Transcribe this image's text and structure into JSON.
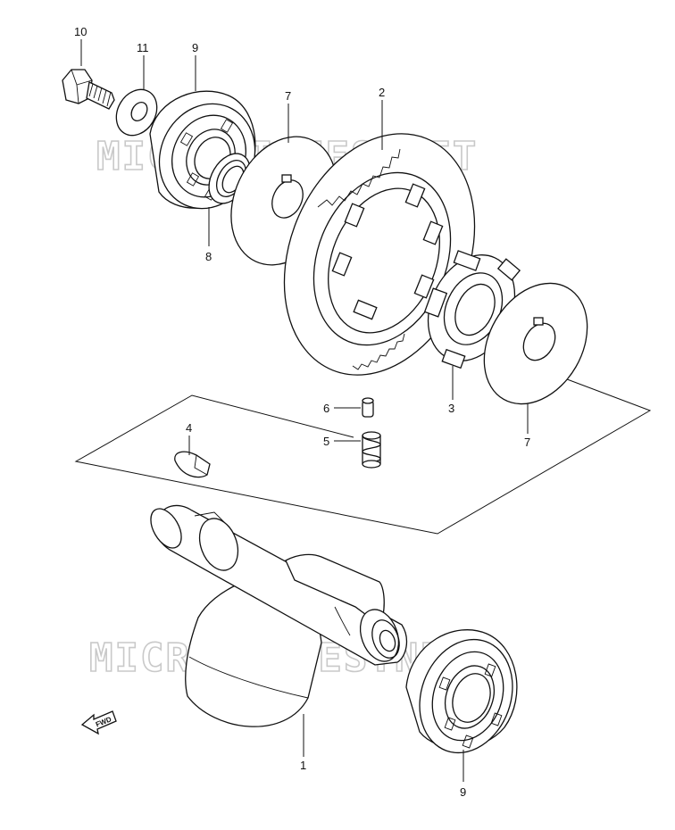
{
  "watermark": "MICROFICHES.NET",
  "direction_label": "FWD",
  "callouts": [
    {
      "id": "c10",
      "text": "10",
      "ref": "bolt"
    },
    {
      "id": "c11",
      "text": "11",
      "ref": "washer"
    },
    {
      "id": "c9a",
      "text": "9",
      "ref": "bearing-upper"
    },
    {
      "id": "c7a",
      "text": "7",
      "ref": "thrust-washer-left"
    },
    {
      "id": "c2",
      "text": "2",
      "ref": "starter-driven-gear"
    },
    {
      "id": "c8",
      "text": "8",
      "ref": "oil-seal"
    },
    {
      "id": "c6",
      "text": "6",
      "ref": "pin"
    },
    {
      "id": "c5",
      "text": "5",
      "ref": "spring"
    },
    {
      "id": "c3",
      "text": "3",
      "ref": "clutch-hub"
    },
    {
      "id": "c7b",
      "text": "7",
      "ref": "thrust-washer-right"
    },
    {
      "id": "c4",
      "text": "4",
      "ref": "woodruff-key"
    },
    {
      "id": "c1",
      "text": "1",
      "ref": "crankshaft"
    },
    {
      "id": "c9b",
      "text": "9",
      "ref": "bearing-lower"
    }
  ]
}
